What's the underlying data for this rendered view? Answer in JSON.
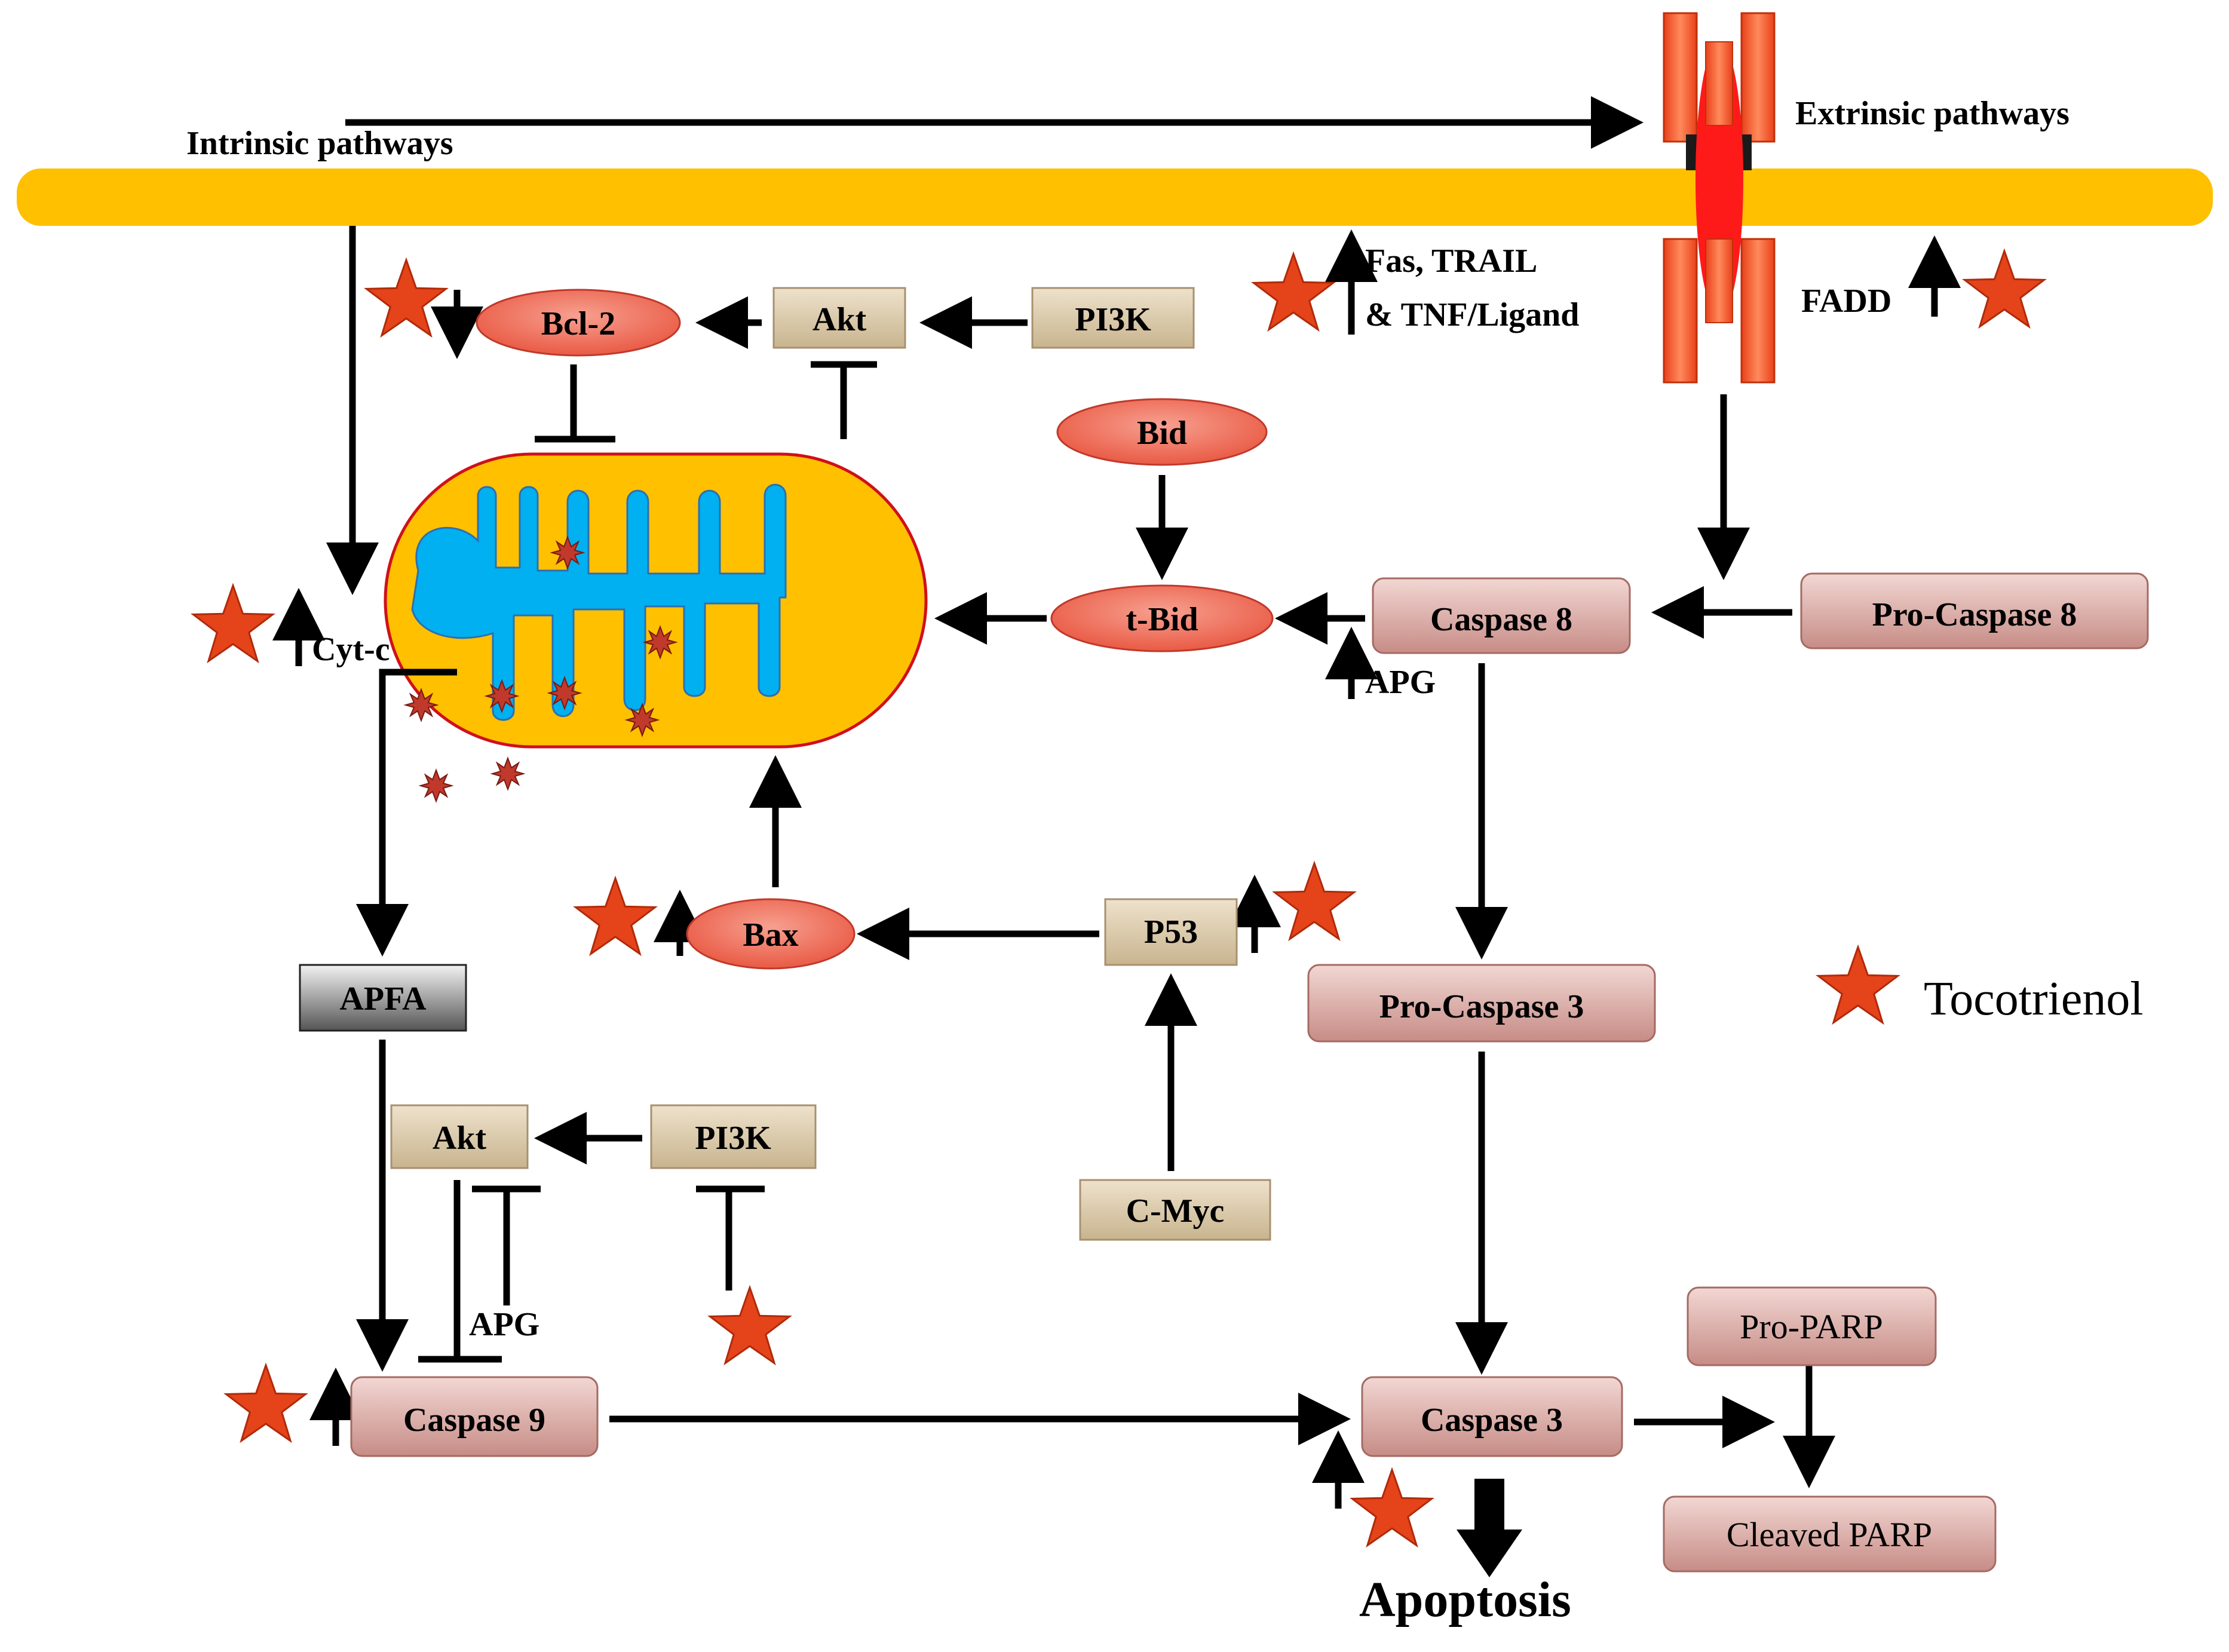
{
  "labels": {
    "intrinsic": "Intrinsic pathways",
    "extrinsic": "Extrinsic pathways",
    "fas_line1": "Fas, TRAIL",
    "fas_line2": "& TNF/Ligand",
    "fadd": "FADD",
    "cytc": "Cyt-c",
    "apg_c8": "APG",
    "apg_c9": "APG",
    "apoptosis": "Apoptosis",
    "legend": "Tocotrienol"
  },
  "nodes": {
    "bcl2": "Bcl-2",
    "akt_top": "Akt",
    "pi3k_top": "PI3K",
    "bid": "Bid",
    "tbid": "t-Bid",
    "caspase8": "Caspase 8",
    "procaspase8": "Pro-Caspase 8",
    "apfa": "APFA",
    "bax": "Bax",
    "p53": "P53",
    "procaspase3": "Pro-Caspase 3",
    "akt_bottom": "Akt",
    "pi3k_bottom": "PI3K",
    "cmyc": "C-Myc",
    "caspase9": "Caspase 9",
    "caspase3": "Caspase 3",
    "proparp": "Pro-PARP",
    "cleavedparp": "Cleaved PARP"
  },
  "colors": {
    "membrane": "#FFC000",
    "mito_matrix": "#00B0F0",
    "receptor": "#FF5A24",
    "star": "#E5431A",
    "tan_box": "#D9C7A6",
    "pink_box": "#D4A49E",
    "red_ellipse": "#F07060"
  }
}
